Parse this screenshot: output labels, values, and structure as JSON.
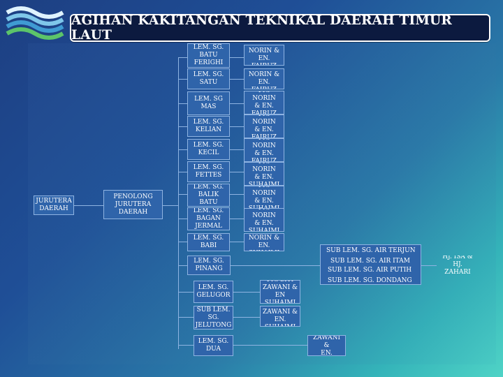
{
  "title": "AGIHAN KAKITANGAN TEKNIKAL DAERAH TIMUR LAUT",
  "colors": {
    "box": "#2f64aa",
    "box_border": "#8fb4e2",
    "title_bg": "#0c1a3f"
  },
  "root": "JURUTERA\nDAERAH",
  "assistant": "PENOLONG\nJURUTERA\nDAERAH",
  "areas": [
    {
      "name": "LEM. SG.\nBATU\nFERIGHI",
      "staff": "PN. NORIN &\nEN. FAIRUZ"
    },
    {
      "name": "LEM. SG.\nSATU",
      "staff": "PN. NORIN &\nEN. FAIRUZ"
    },
    {
      "name": "LEM. SG\nMAS",
      "staff": "PN. NORIN\n& EN.\nFAIRUZ"
    },
    {
      "name": "LEM. SG.\nKELIAN",
      "staff": "PN. NORIN\n& EN.\nFAIRUZ"
    },
    {
      "name": "LEM. SG.\nKECIL",
      "staff": "PN. NORIN\n& EN.\nFAIRUZ"
    },
    {
      "name": "LEM. SG.\nFETTES",
      "staff": "PN. NORIN\n& EN.\nSUHAIMI"
    },
    {
      "name": "LEM. SG.\nBALIK\nBATU",
      "staff": "PN. NORIN\n& EN.\nSUHAIMI"
    },
    {
      "name": "LEM. SG.\nBAGAN\nJERMAL",
      "staff": "PN. NORIN\n& EN.\nSUHAIMI"
    },
    {
      "name": "LEM. SG.\nBABI",
      "staff": "PN. NORIN &\nEN. SUHAIMI"
    }
  ],
  "pinang": {
    "name": "LEM. SG.\nPINANG",
    "subs": [
      "SUB LEM. SG. AIR TERJUN",
      "SUB LEM. SG. AIR ITAM",
      "SUB LEM. SG. AIR PUTIH",
      "SUB LEM. SG. DONDANG"
    ],
    "staff": "HJ. ISA & HJ.\nZAHARI"
  },
  "lower": [
    {
      "name": "LEM. SG.\nGELUGOR",
      "staff": "PN. SITI\nZAWANI &\nEN SUHAIMI"
    },
    {
      "name": "SUB LEM.\nSG.\nJELUTONG",
      "staff": "PN. SITI\nZAWANI & EN.\nSUHAIMI"
    },
    {
      "name": "LEM. SG.\nDUA",
      "staff": "PN. SITI\nZAWANI &\nEN. SUHAIMI"
    }
  ]
}
